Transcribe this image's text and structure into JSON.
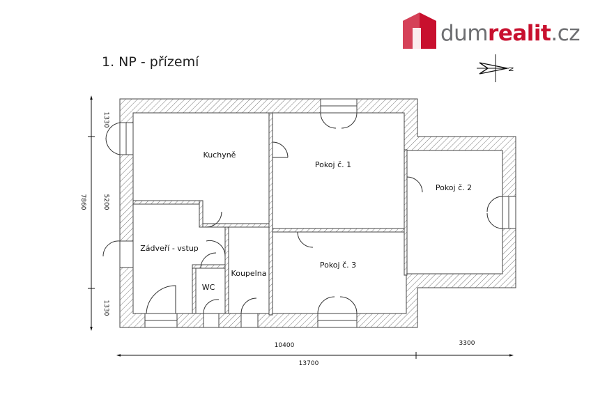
{
  "title": "1. NP - přízemí",
  "logo": {
    "part1": "dum",
    "part2": "realit",
    "part3": ".cz",
    "brand_red": "#c8102e",
    "brand_gray": "#6d6e71"
  },
  "compass": {
    "label": "N"
  },
  "rooms": {
    "kitchen": "Kuchyně",
    "room1": "Pokoj č. 1",
    "room2": "Pokoj č. 2",
    "room3": "Pokoj č. 3",
    "hall": "Zádveří - vstup",
    "bathroom": "Koupelna",
    "wc": "WC"
  },
  "dimensions": {
    "left_top": "1330",
    "left_middle": "5200",
    "left_bottom": "1330",
    "total_height": "7860",
    "width_main": "10400",
    "width_annex": "3300",
    "total_width": "13700"
  }
}
